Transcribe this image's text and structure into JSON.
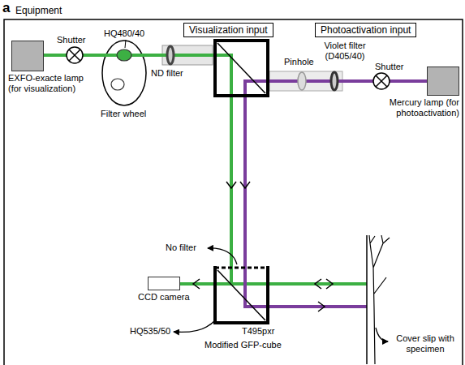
{
  "diagram": {
    "nodes": [
      {
        "text": [
          "Visualization input"
        ]
      },
      {
        "text": [
          "Photoactivation input"
        ]
      },
      {
        "text": [
          "EXFO-exacte lamp (for visualization)"
        ]
      },
      {
        "text": [
          "Mercury lamp (for photoactivation)"
        ]
      },
      {
        "text": [
          "CCD camera"
        ]
      }
    ],
    "labels": [
      "a",
      "Equipment",
      "Shutter",
      "HQ480/40",
      "ND filter",
      "Filter wheel",
      "Pinhole",
      "Violet filter (D405/40)",
      "Shutter",
      "No filter",
      "HQ535/50",
      "T495pxr",
      "Modified GFP-cube",
      "Cover slip with specimen"
    ]
  }
}
